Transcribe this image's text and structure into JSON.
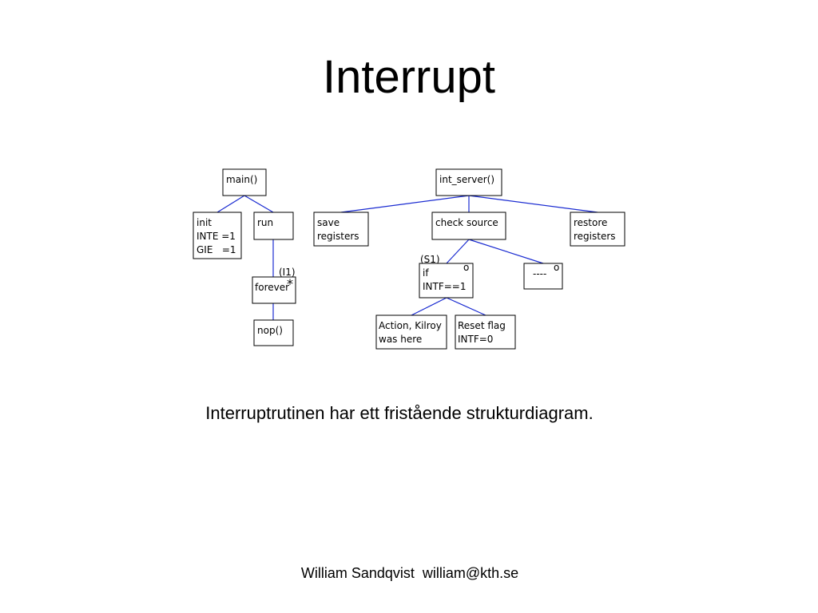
{
  "slide": {
    "title": "Interrupt",
    "caption": "Interruptrutinen har ett fristående strukturdiagram.",
    "footer": "William Sandqvist  william@kth.se"
  },
  "diagram": {
    "main": {
      "root": [
        "main()"
      ],
      "init": [
        "init",
        "INTE =1",
        "GIE   =1"
      ],
      "run": [
        "run"
      ],
      "forever_label": "(I1)",
      "forever": [
        "forever"
      ],
      "forever_mark": "*",
      "nop": [
        "nop()"
      ]
    },
    "server": {
      "root": [
        "int_server()"
      ],
      "save": [
        "save",
        "registers"
      ],
      "check": [
        "check source"
      ],
      "restore": [
        "restore",
        "registers"
      ],
      "if_label": "(S1)",
      "if": [
        "if",
        "INTF==1"
      ],
      "if_mark": "o",
      "else": [
        "----"
      ],
      "else_mark": "o",
      "action": [
        "Action, Kilroy",
        "was here"
      ],
      "reset": [
        "Reset flag",
        "INTF=0"
      ]
    }
  }
}
